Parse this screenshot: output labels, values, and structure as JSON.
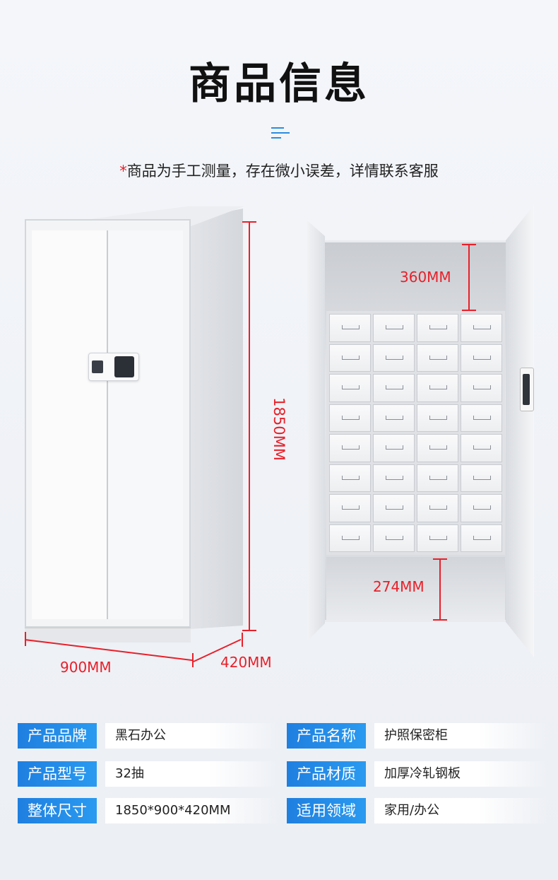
{
  "header": {
    "title": "商品信息",
    "note_star": "*",
    "note": "商品为手工测量，存在微小误差，详情联系客服"
  },
  "dimensions": {
    "height": "1850MM",
    "width": "900MM",
    "depth": "420MM",
    "top_space": "360MM",
    "bottom_space": "274MM"
  },
  "specs": [
    {
      "key": "产品品牌",
      "value": "黑石办公"
    },
    {
      "key": "产品名称",
      "value": "护照保密柜"
    },
    {
      "key": "产品型号",
      "value": "32抽"
    },
    {
      "key": "产品材质",
      "value": "加厚冷轧钢板"
    },
    {
      "key": "整体尺寸",
      "value": "1850*900*420MM"
    },
    {
      "key": "适用领域",
      "value": "家用/办公"
    }
  ],
  "colors": {
    "accent_blue": "#1f7fe0",
    "dimension_red": "#e8202a"
  }
}
